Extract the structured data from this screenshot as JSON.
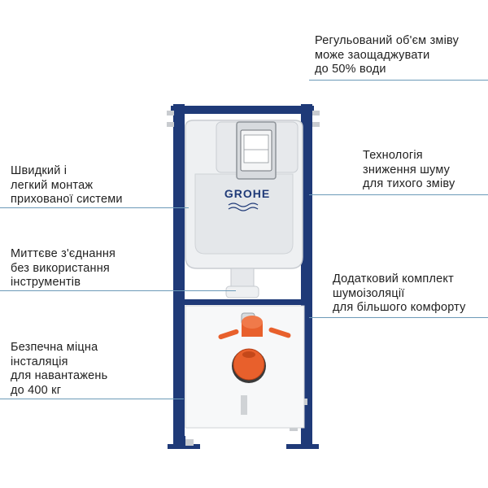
{
  "brand": {
    "logo_text": "GROHE"
  },
  "features": {
    "flush_volume": [
      "Регульований об'єм зміву",
      "може заощаджувати",
      "до 50% води"
    ],
    "quick_install": [
      "Швидкий і",
      "легкий монтаж",
      "прихованої системи"
    ],
    "noise_reduction": [
      "Технологія",
      "зниження шуму",
      "для тихого зміву"
    ],
    "instant_connection": [
      "Миттєве з'єднання",
      "без використання",
      "інструментів"
    ],
    "soundproofing": [
      "Додатковий комплект",
      "шумоізоляції",
      "для більшого комфорту"
    ],
    "load_capacity": [
      "Безпечна міцна",
      "інсталяція",
      "для навантажень",
      "до 400 кг"
    ]
  },
  "colors": {
    "frame": "#1f3a78",
    "cistern": "#eef0f2",
    "orange_parts": "#e8602c",
    "leader_line": "#6c9ab8"
  }
}
